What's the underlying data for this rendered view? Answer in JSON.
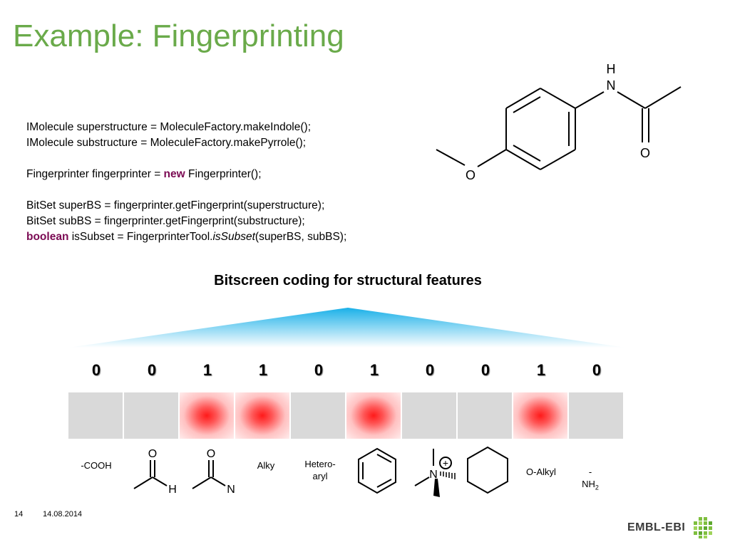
{
  "slide": {
    "title": "Example: Fingerprinting",
    "page_number": "14",
    "date": "14.08.2014"
  },
  "code": {
    "line1": "IMolecule superstructure = MoleculeFactory.makeIndole();",
    "line2": "IMolecule substructure = MoleculeFactory.makePyrrole();",
    "line3_pre": "Fingerprinter fingerprinter = ",
    "line3_kw": "new",
    "line3_post": " Fingerprinter();",
    "line4": "BitSet superBS = fingerprinter.getFingerprint(superstructure);",
    "line5": "BitSet subBS = fingerprinter.getFingerprint(substructure);",
    "line6_kw": "boolean",
    "line6_pre": " isSubset = FingerprinterTool.",
    "line6_it": "isSubset",
    "line6_post": "(superBS, subBS);"
  },
  "molecule": {
    "atom_h": "H",
    "atom_n": "N",
    "atom_o_carbonyl": "O",
    "atom_o_ether": "O"
  },
  "bitscreen": {
    "title": "Bitscreen coding for structural features",
    "bits": [
      "0",
      "0",
      "1",
      "1",
      "0",
      "1",
      "0",
      "0",
      "1",
      "0"
    ],
    "labels": {
      "cooh": "-COOH",
      "aldehyde_o": "O",
      "aldehyde_h": "H",
      "amide_o": "O",
      "amide_n": "N",
      "alky": "Alky",
      "heteroaryl_1": "Hetero-",
      "heteroaryl_2": "aryl",
      "ammonium_n": "N",
      "ammonium_plus": "+",
      "oalkyl": "O-Alkyl",
      "nh2_dash": "-",
      "nh2_n": "NH",
      "nh2_sub": "2"
    }
  },
  "logo": {
    "text": "EMBL-EBI"
  },
  "colors": {
    "title": "#6aaa4a",
    "keyword": "#7b0a53",
    "bit_off": "#d9d9d9",
    "bit_on": "#ff1a1a",
    "fan": "#1ab0e8"
  }
}
